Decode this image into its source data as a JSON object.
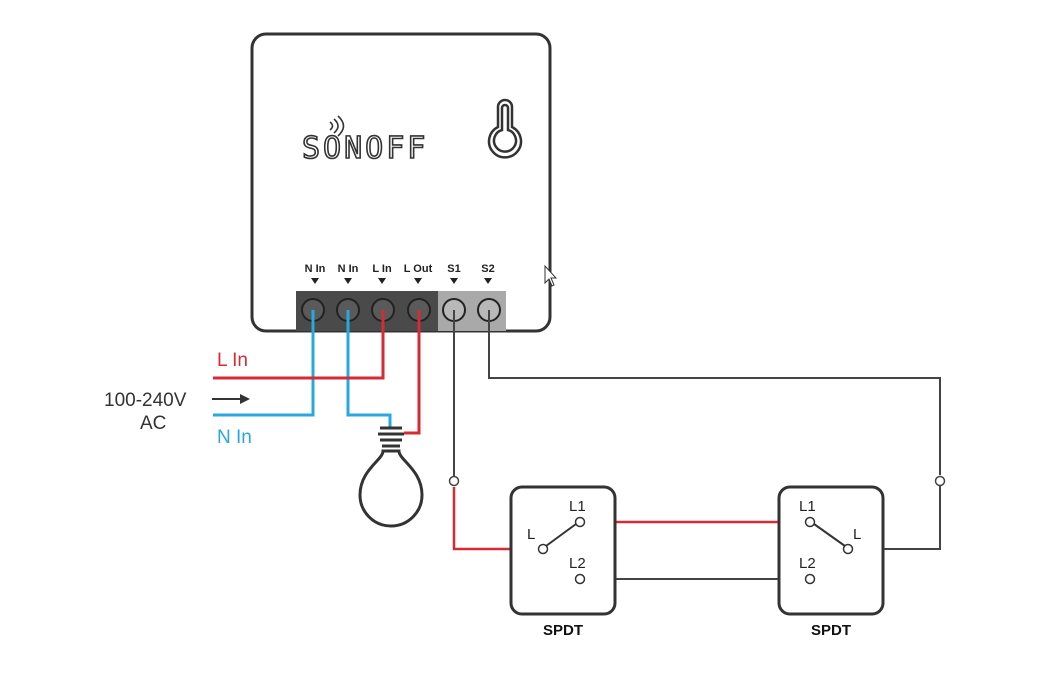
{
  "device": {
    "brand": "SONOFF",
    "terminals": [
      {
        "label": "N In"
      },
      {
        "label": "N In"
      },
      {
        "label": "L In"
      },
      {
        "label": "L Out"
      },
      {
        "label": "S1"
      },
      {
        "label": "S2"
      }
    ]
  },
  "supply": {
    "live_label": "L In",
    "neutral_label": "N In",
    "voltage_label": "100-240V",
    "ac_label": "AC"
  },
  "switches": [
    {
      "name": "SPDT",
      "common": "L",
      "l1": "L1",
      "l2": "L2"
    },
    {
      "name": "SPDT",
      "common": "L",
      "l1": "L1",
      "l2": "L2"
    }
  ],
  "colors": {
    "live": "#d62b35",
    "neutral": "#27a8df",
    "switch_wire": "#444444",
    "outline": "#333333",
    "terminal_block_dark": "#4a4a4a",
    "terminal_block_light": "#a9a9a9"
  }
}
